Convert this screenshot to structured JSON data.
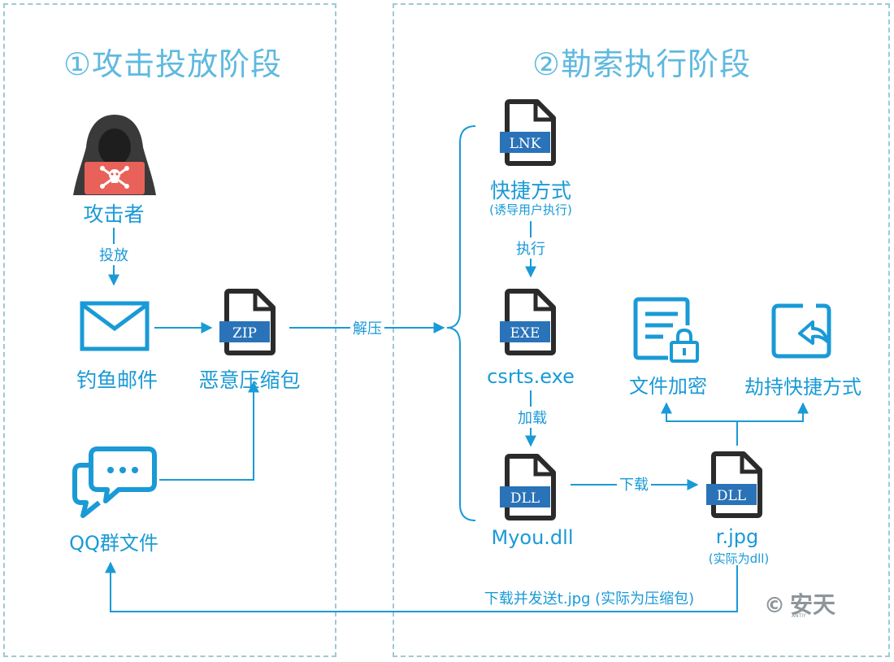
{
  "phase1": {
    "title": "①攻击投放阶段"
  },
  "phase2": {
    "title": "②勒索执行阶段"
  },
  "nodes": {
    "attacker": {
      "label": "攻击者"
    },
    "phishing_mail": {
      "label": "钓鱼邮件"
    },
    "malicious_zip": {
      "label": "恶意压缩包",
      "tag": "ZIP"
    },
    "qq_group_file": {
      "label": "QQ群文件"
    },
    "shortcut": {
      "label": "快捷方式",
      "sublabel": "(诱导用户执行)",
      "tag": "LNK"
    },
    "csrts": {
      "label": "csrts.exe",
      "tag": "EXE"
    },
    "myou": {
      "label": "Myou.dll",
      "tag": "DLL"
    },
    "rjpg": {
      "label": "r.jpg",
      "sublabel": "(实际为dll)",
      "tag": "DLL"
    },
    "file_encrypt": {
      "label": "文件加密"
    },
    "hijack_shortcut": {
      "label": "劫持快捷方式"
    }
  },
  "edges": {
    "deliver": "投放",
    "unzip": "解压",
    "execute": "执行",
    "load": "加载",
    "download": "下载",
    "download_send": "下载并发送t.jpg (实际为压缩包)"
  },
  "watermark": {
    "copyright": "©",
    "brand": "安天",
    "brand_small": "ANTIY"
  },
  "colors": {
    "primary": "#1a9ad6",
    "title": "#5fb9df",
    "file_dark": "#2b2b2b",
    "tag_blue": "#2a73b8",
    "hacker_red": "#e8625a",
    "border": "#9fc9d6"
  }
}
